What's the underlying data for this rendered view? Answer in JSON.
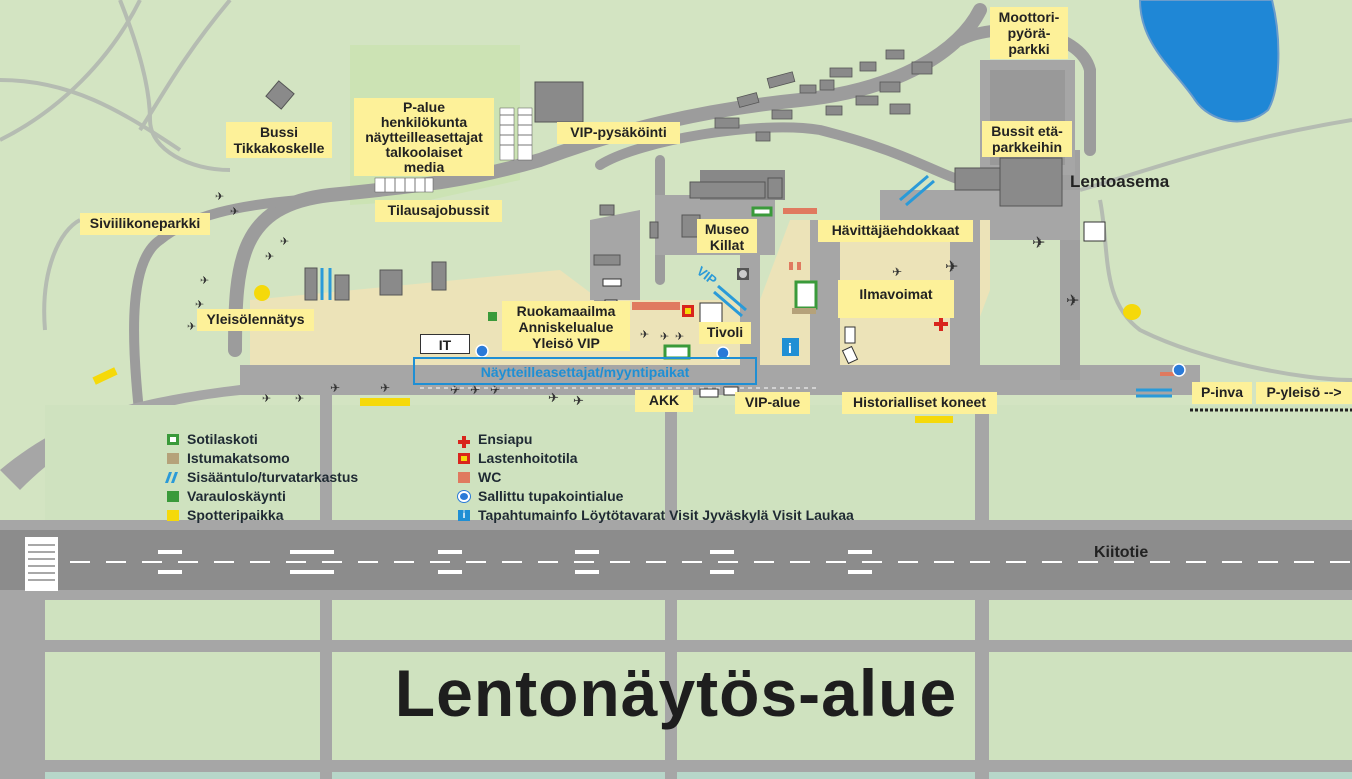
{
  "title": "Lentonäytös-alue",
  "runway_label": "Kiitotie",
  "terminal_label": "Lentoasema",
  "labels": {
    "moottoripyoraparkki": "Moottori-\npyörä-\nparkki",
    "bussit_eta": "Bussit etä-\nparkkeihin",
    "vip_pysakointi": "VIP-pysäköinti",
    "p_alue": "P-alue\nhenkilökunta\nnäytteilleasettajat\ntalkoolaiset\nmedia",
    "bussi_tikkakoskelle": "Bussi\nTikkakoskelle",
    "tilausajobussit": "Tilausajobussit",
    "siviilikoneparkki": "Siviilikoneparkki",
    "yleisolennatys": "Yleisölennätys",
    "it": "IT",
    "ruokamaailma": "Ruokamaailma\nAnniskelualue\nYleisö VIP",
    "museo_killat": "Museo\nKillat",
    "havittajaehdokkaat": "Hävittäjäehdokkaat",
    "ilmavoimat": "Ilmavoimat",
    "tivoli": "Tivoli",
    "vip_arrow": "VIP",
    "nayttelyasettajat": "Näytteilleasettajat/myyntipaikat",
    "akk": "AKK",
    "vip_alue": "VIP-alue",
    "historialliset": "Historialliset koneet",
    "p_inva": "P-inva",
    "p_yleiso": "P-yleisö -->"
  },
  "legend_left": [
    {
      "label": "Sotilaskoti",
      "color": "#3a9a3a",
      "style": "outline-square"
    },
    {
      "label": "Istumakatsomo",
      "color": "#b5a27a",
      "style": "fill"
    },
    {
      "label": "Sisääntulo/turvatarkastus",
      "color": "#2a9ad8",
      "style": "arrows"
    },
    {
      "label": "Varauloskäynti",
      "color": "#3a9a3a",
      "style": "fill"
    },
    {
      "label": "Spotteripaikka",
      "color": "#f5d90a",
      "style": "fill"
    }
  ],
  "legend_right": [
    {
      "label": "Ensiapu",
      "color": "#d9251c",
      "style": "cross"
    },
    {
      "label": "Lastenhoitotila",
      "color": "#d9251c",
      "style": "yellow-dot"
    },
    {
      "label": "WC",
      "color": "#e07a5f",
      "style": "fill"
    },
    {
      "label": "Sallittu tupakointialue",
      "color": "#2a7ad8",
      "style": "circle"
    },
    {
      "label": "Tapahtumainfo  Löytötavarat  Visit Jyväskylä  Visit Laukaa",
      "color": "#1f8fd4",
      "style": "info"
    }
  ],
  "colors": {
    "grass": "#d3e4c2",
    "road": "#9c9c9c",
    "taxiway": "#a7a7a7",
    "event_area": "#ece3b8",
    "runway": "#8a8a8a",
    "water": "#2a8ad8",
    "label_bg": "#fdf199",
    "lower_band": "#bcd8c8"
  }
}
